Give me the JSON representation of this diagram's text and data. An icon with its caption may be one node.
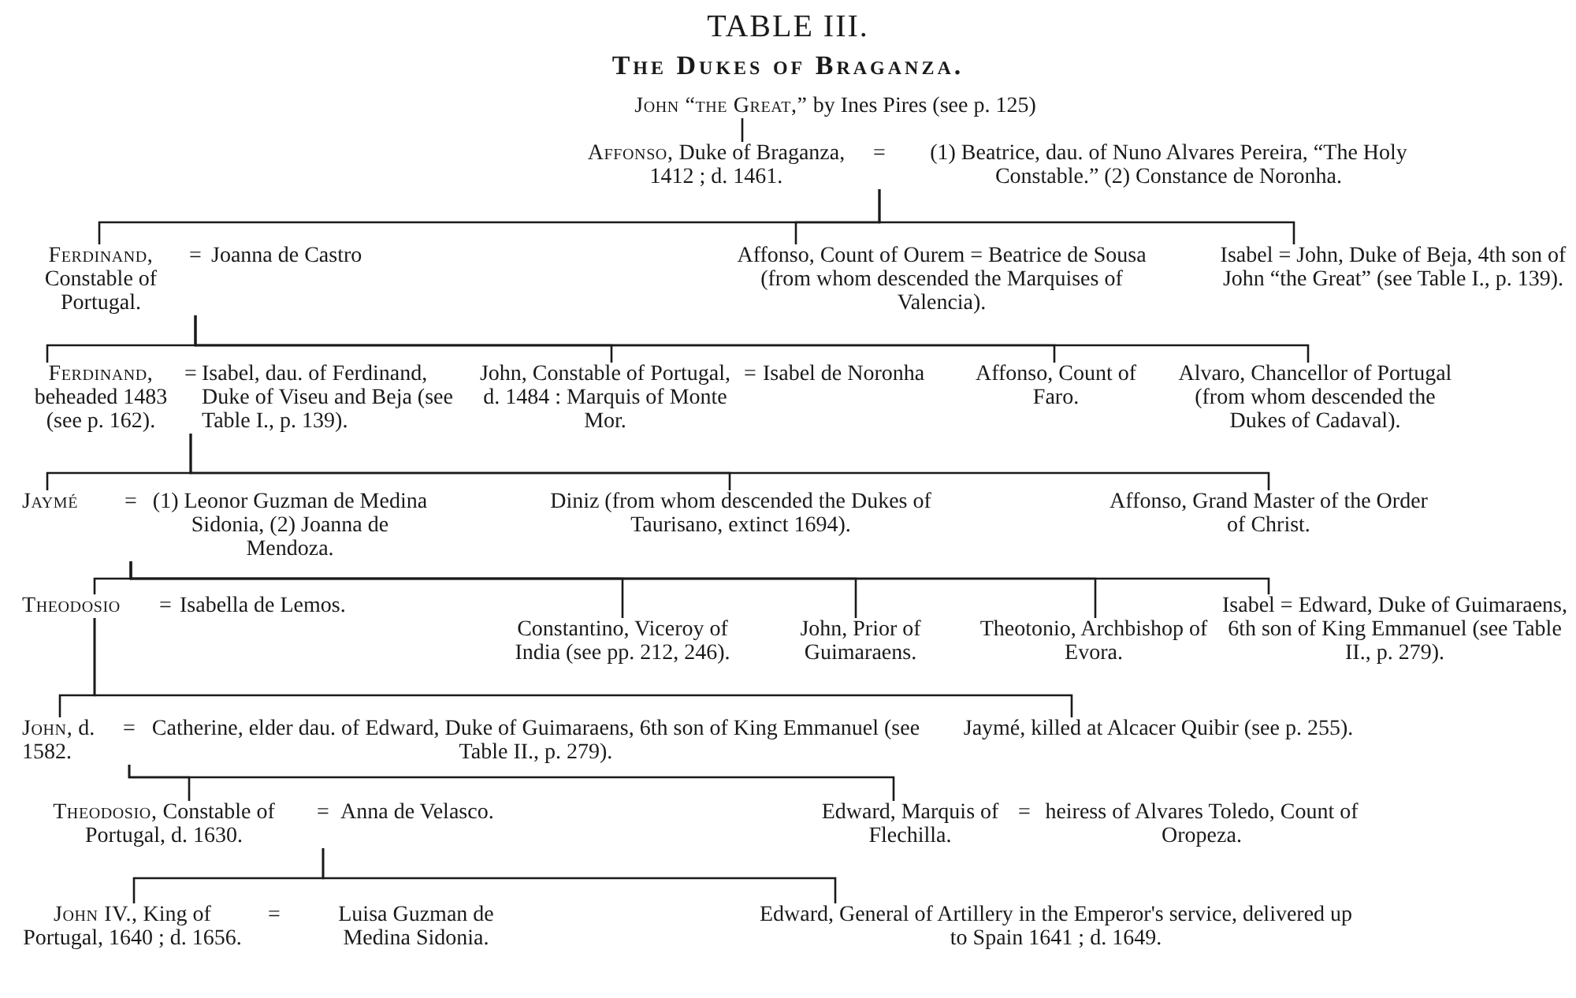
{
  "diagram": {
    "title": "TABLE III.",
    "labels": [
      "The Dukes of Braganza."
    ],
    "nodes": [
      {
        "text": [
          "**John “the Great,”** by Ines Pires (see p. 125)"
        ]
      },
      {
        "text": [
          "**Affonso,** Duke of Braganza, 1412 ; d. 1461.",
          "=",
          "(1) Beatrice, dau. of Nuno Alvares Pereira, “The Holy Constable.” (2) Constance de Noronha."
        ]
      },
      {
        "text": [
          "**Ferdinand,** Constable of Portugal.",
          "=",
          "Joanna de Castro"
        ]
      },
      {
        "text": [
          "Affonso, Count of Ourem = Beatrice de Sousa (from whom descended the Marquises of Valencia)."
        ]
      },
      {
        "text": [
          "Isabel = John, Duke of Beja, 4th son of John “the Great” (see Table I., p. 139)."
        ]
      },
      {
        "text": [
          "**Ferdinand,** beheaded 1483 (see p. 162).",
          "=",
          "Isabel, dau. of Ferdinand, Duke of Viseu and Beja (see Table I., p. 139)."
        ]
      },
      {
        "text": [
          "John, Constable of Portugal, d. 1484 : Marquis of Monte Mor.",
          "=",
          "Isabel de Noronha"
        ]
      },
      {
        "text": [
          "Affonso, Count of Faro."
        ]
      },
      {
        "text": [
          "Alvaro, Chancellor of Portugal (from whom descended the Dukes of Cadaval)."
        ]
      },
      {
        "text": [
          "**Jaymé**",
          "=",
          "(1) Leonor Guzman de Medina Sidonia, (2) Joanna de Mendoza."
        ]
      },
      {
        "text": [
          "Diniz (from whom descended the Dukes of Taurisano, extinct 1694)."
        ]
      },
      {
        "text": [
          "Affonso, Grand Master of the Order of Christ."
        ]
      },
      {
        "text": [
          "**Theodosio**",
          "=",
          "Isabella de Lemos."
        ]
      },
      {
        "text": [
          "Constantino, Viceroy of India (see pp. 212, 246)."
        ]
      },
      {
        "text": [
          "John, Prior of Guimaraens."
        ]
      },
      {
        "text": [
          "Theotonio, Archbishop of Evora."
        ]
      },
      {
        "text": [
          "Isabel = Edward, Duke of Guimaraens, 6th son of King Emmanuel (see Table II., p. 279)."
        ]
      },
      {
        "text": [
          "**John,** d. 1582.",
          "=",
          "Catherine, elder dau. of Edward, Duke of Guimaraens, 6th son of King Emmanuel (see Table II., p. 279)."
        ]
      },
      {
        "text": [
          "Jaymé, killed at Alcacer Quibir (see p. 255)."
        ]
      },
      {
        "text": [
          "**Theodosio,** Constable of Portugal, d. 1630.",
          "=",
          "Anna de Velasco."
        ]
      },
      {
        "text": [
          "Edward, Marquis of Flechilla.",
          "=",
          "heiress of Alvares Toledo, Count of Oropeza."
        ]
      },
      {
        "text": [
          "**John IV.,** King of Portugal, 1640 ; d. 1656.",
          "=",
          "Luisa Guzman de Medina Sidonia."
        ]
      },
      {
        "text": [
          "Edward, General of Artillery in the Emperor's service, delivered up to Spain 1641 ; d. 1649."
        ]
      }
    ],
    "edges": [
      {
        "from": 0,
        "to": 1,
        "arrow": "none"
      },
      {
        "from": 1,
        "to": 2,
        "arrow": "none"
      },
      {
        "from": 1,
        "to": 3,
        "arrow": "none"
      },
      {
        "from": 1,
        "to": 4,
        "arrow": "none"
      },
      {
        "from": 2,
        "to": 5,
        "arrow": "none"
      },
      {
        "from": 2,
        "to": 6,
        "arrow": "none"
      },
      {
        "from": 2,
        "to": 7,
        "arrow": "none"
      },
      {
        "from": 2,
        "to": 8,
        "arrow": "none"
      },
      {
        "from": 5,
        "to": 9,
        "arrow": "none"
      },
      {
        "from": 5,
        "to": 10,
        "arrow": "none"
      },
      {
        "from": 5,
        "to": 11,
        "arrow": "none"
      },
      {
        "from": 9,
        "to": 12,
        "arrow": "none"
      },
      {
        "from": 9,
        "to": 13,
        "arrow": "none"
      },
      {
        "from": 9,
        "to": 14,
        "arrow": "none"
      },
      {
        "from": 9,
        "to": 15,
        "arrow": "none"
      },
      {
        "from": 9,
        "to": 16,
        "arrow": "none"
      },
      {
        "from": 12,
        "to": 17,
        "arrow": "none"
      },
      {
        "from": 12,
        "to": 18,
        "arrow": "none"
      },
      {
        "from": 17,
        "to": 19,
        "arrow": "none"
      },
      {
        "from": 17,
        "to": 20,
        "arrow": "none"
      },
      {
        "from": 19,
        "to": 21,
        "arrow": "none"
      },
      {
        "from": 19,
        "to": 22,
        "arrow": "none"
      }
    ]
  }
}
